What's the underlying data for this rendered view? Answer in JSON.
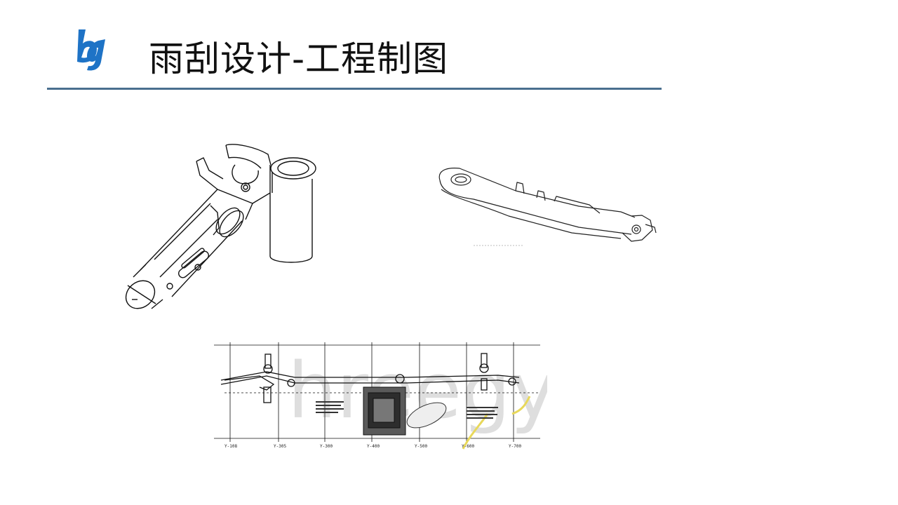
{
  "slide": {
    "title": "雨刮设计-工程制图",
    "logo_icon": "company-logo-icon",
    "accent_color": "#4a6f8f",
    "logo_color": "#1e73c6"
  },
  "figures": {
    "crank_drawing": {
      "icon": "wiper-crank-3d-drawing-icon"
    },
    "arm_drawing": {
      "icon": "wiper-arm-3d-drawing-icon"
    },
    "linkage_drawing": {
      "icon": "wiper-linkage-assembly-drawing-icon",
      "watermark": "hreegya",
      "grid_labels": [
        "Y-108",
        "Y-305",
        "Y-300",
        "Y-400",
        "Y-500",
        "Y-600",
        "Y-700"
      ]
    }
  }
}
